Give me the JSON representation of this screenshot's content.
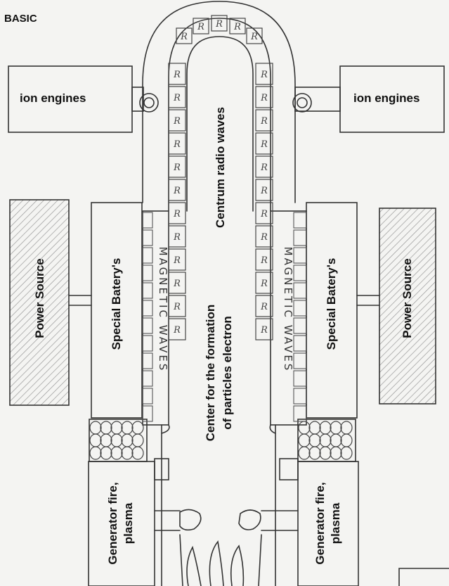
{
  "title": "BASIC",
  "labels": {
    "ion_engines_left": "ion engines",
    "ion_engines_right": "ion engines",
    "power_source_left": "Power Source",
    "power_source_right": "Power Source",
    "special_battery_left": "Special Batery's",
    "special_battery_right": "Special Batery's",
    "centrum": "Centrum radio waves",
    "center_line1": "Center for the formation",
    "center_line2": "of particles electron",
    "generator_left_line1": "Generator fire,",
    "generator_left_line2": "plasma",
    "generator_right_line1": "Generator fire,",
    "generator_right_line2": "plasma",
    "magnetic_left": "MAGNETIC WAVES",
    "magnetic_right": "MAGNETIC WAVES",
    "resistor_glyph": "R"
  }
}
